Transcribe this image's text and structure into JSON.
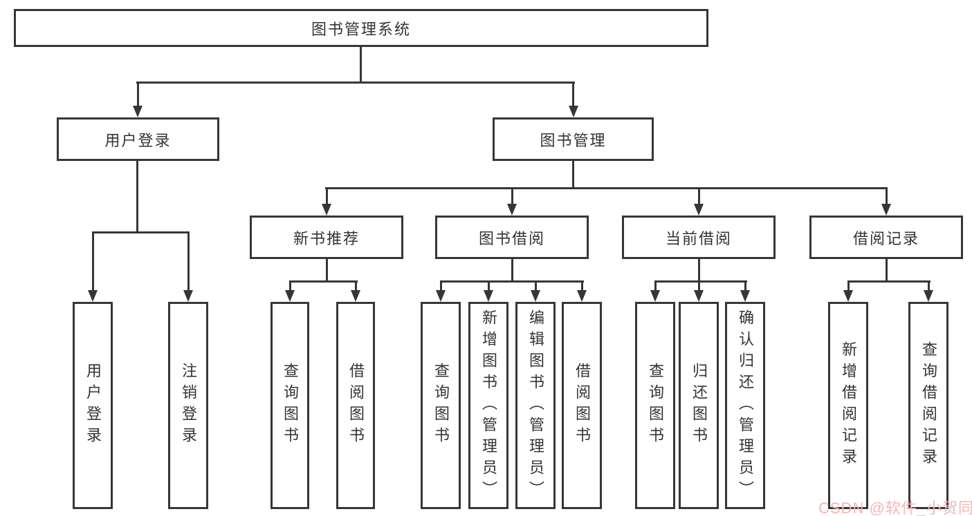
{
  "colors": {
    "line": "#363636",
    "box_border": "#363636",
    "box_background": "#ffffff",
    "text": "#333333",
    "canvas_background": "#ffffff",
    "watermark": "#f3b6b6"
  },
  "nodes": {
    "root": {
      "label": "图书管理系统"
    },
    "level2": [
      {
        "label": "用户登录"
      },
      {
        "label": "图书管理"
      }
    ],
    "level3": [
      {
        "label": "新书推荐"
      },
      {
        "label": "图书借阅"
      },
      {
        "label": "当前借阅"
      },
      {
        "label": "借阅记录"
      }
    ],
    "level4": {
      "user_login": [
        {
          "label": "用户登录"
        },
        {
          "label": "注销登录"
        }
      ],
      "new_book_recommend": [
        {
          "label": "查询图书"
        },
        {
          "label": "借阅图书"
        }
      ],
      "book_borrow": [
        {
          "label": "查询图书"
        },
        {
          "label": "新增图书（管理员）"
        },
        {
          "label": "编辑图书（管理员）"
        },
        {
          "label": "借阅图书"
        }
      ],
      "current_borrow": [
        {
          "label": "查询图书"
        },
        {
          "label": "归还图书"
        },
        {
          "label": "确认归还（管理员）"
        }
      ],
      "borrow_record": [
        {
          "label": "新增借阅记录"
        },
        {
          "label": "查询借阅记录"
        }
      ]
    }
  },
  "watermark": {
    "text": "CSDN @软件_小贺同学"
  }
}
